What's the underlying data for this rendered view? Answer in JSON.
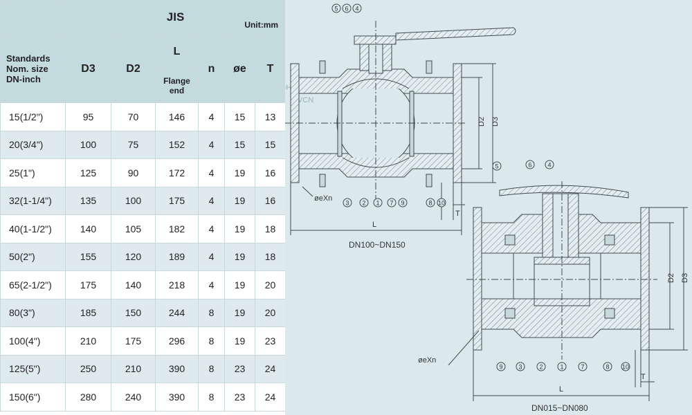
{
  "table": {
    "standard": "JIS",
    "unit": "Unit:mm",
    "std_col": [
      "Standards",
      "Nom. size",
      "DN-inch"
    ],
    "headers": {
      "d3": "D3",
      "d2": "D2",
      "l": "L",
      "l_sub": [
        "Flange",
        "end"
      ],
      "n": "n",
      "oe": "øe",
      "t": "T"
    },
    "rows": [
      [
        "15(1/2\")",
        "95",
        "70",
        "146",
        "4",
        "15",
        "13"
      ],
      [
        "20(3/4\")",
        "100",
        "75",
        "152",
        "4",
        "15",
        "15"
      ],
      [
        "25(1\")",
        "125",
        "90",
        "172",
        "4",
        "19",
        "16"
      ],
      [
        "32(1-1/4\")",
        "135",
        "100",
        "175",
        "4",
        "19",
        "16"
      ],
      [
        "40(1-1/2\")",
        "140",
        "105",
        "182",
        "4",
        "19",
        "18"
      ],
      [
        "50(2\")",
        "155",
        "120",
        "189",
        "4",
        "19",
        "18"
      ],
      [
        "65(2-1/2\")",
        "175",
        "140",
        "218",
        "4",
        "19",
        "20"
      ],
      [
        "80(3\")",
        "185",
        "150",
        "244",
        "8",
        "19",
        "20"
      ],
      [
        "100(4\")",
        "210",
        "175",
        "296",
        "8",
        "19",
        "23"
      ],
      [
        "125(5\")",
        "250",
        "210",
        "390",
        "8",
        "23",
        "24"
      ],
      [
        "150(6\")",
        "280",
        "240",
        "390",
        "8",
        "23",
        "24"
      ]
    ]
  },
  "drawings": {
    "top": {
      "caption": "DN100~DN150",
      "dims": {
        "d2": "D2",
        "d3": "D3",
        "l": "L",
        "t": "T",
        "bolt": "øeXn"
      },
      "callouts_top": [
        "5",
        "6",
        "4"
      ],
      "callouts_bottom": [
        "3",
        "2",
        "1",
        "7",
        "9",
        "8",
        "10"
      ]
    },
    "bottom": {
      "caption": "DN015~DN080",
      "dims": {
        "d2": "D2",
        "d3": "D3",
        "l": "L",
        "t": "T",
        "bolt": "øeXn"
      },
      "callouts_top": [
        "5",
        "6",
        "4"
      ],
      "callouts_bottom": [
        "9",
        "3",
        "2",
        "1",
        "7",
        "8",
        "10"
      ]
    },
    "watermark": "VANCONGNGHIEP.VN",
    "watermark_sub": "VCN"
  },
  "colors": {
    "header_bg": "#c3dadf",
    "alt_row": "#dfeaee",
    "drawing_bg": "#dbe9ec"
  }
}
